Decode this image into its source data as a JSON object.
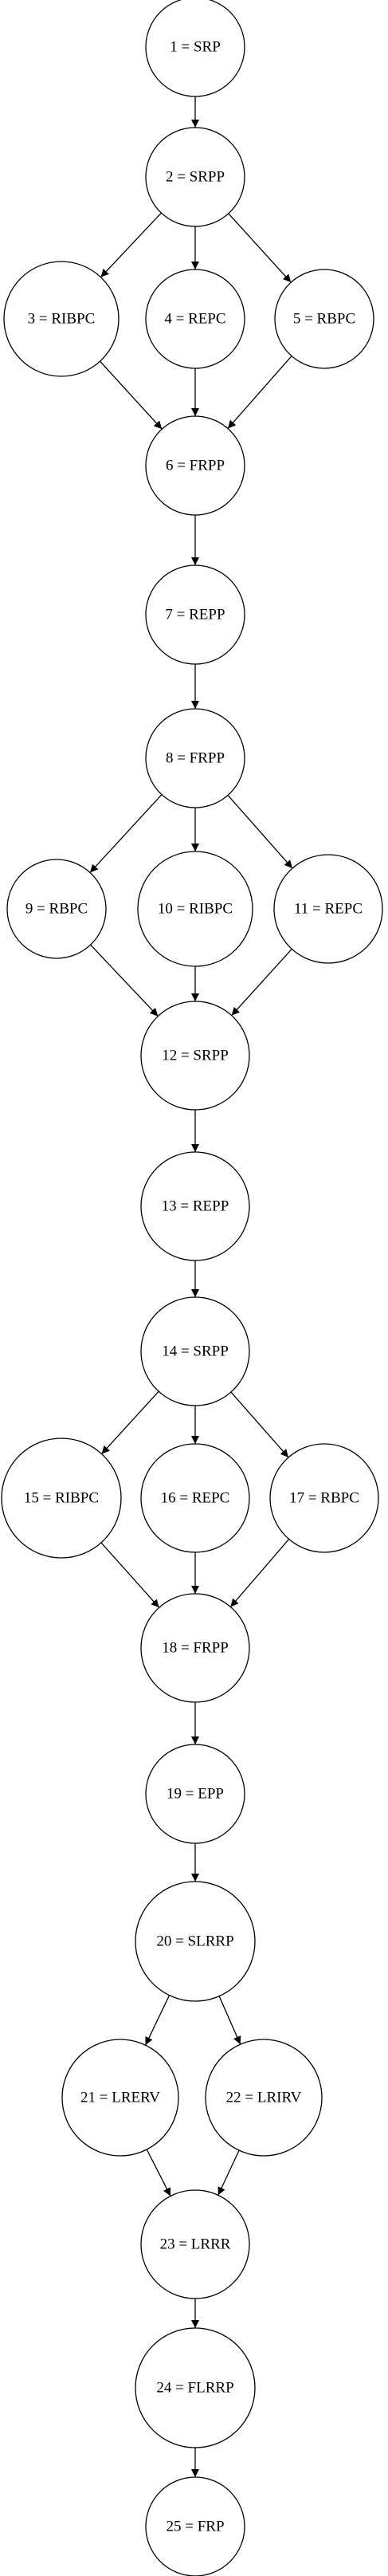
{
  "diagram": {
    "nodes": [
      {
        "id": "n1",
        "label": "1 = SRP"
      },
      {
        "id": "n2",
        "label": "2 = SRPP"
      },
      {
        "id": "n3",
        "label": "3 = RIBPC"
      },
      {
        "id": "n4",
        "label": "4 = REPC"
      },
      {
        "id": "n5",
        "label": "5 = RBPC"
      },
      {
        "id": "n6",
        "label": "6 = FRPP"
      },
      {
        "id": "n7",
        "label": "7 = REPP"
      },
      {
        "id": "n8",
        "label": "8 = FRPP"
      },
      {
        "id": "n9",
        "label": "9 = RBPC"
      },
      {
        "id": "n10",
        "label": "10 = RIBPC"
      },
      {
        "id": "n11",
        "label": "11 = REPC"
      },
      {
        "id": "n12",
        "label": "12 = SRPP"
      },
      {
        "id": "n13",
        "label": "13 = REPP"
      },
      {
        "id": "n14",
        "label": "14 = SRPP"
      },
      {
        "id": "n15",
        "label": "15 = RIBPC"
      },
      {
        "id": "n16",
        "label": "16 = REPC"
      },
      {
        "id": "n17",
        "label": "17 = RBPC"
      },
      {
        "id": "n18",
        "label": "18 = FRPP"
      },
      {
        "id": "n19",
        "label": "19 = EPP"
      },
      {
        "id": "n20",
        "label": "20 = SLRRP"
      },
      {
        "id": "n21",
        "label": "21 = LRERV"
      },
      {
        "id": "n22",
        "label": "22 = LRIRV"
      },
      {
        "id": "n23",
        "label": "23 = LRRR"
      },
      {
        "id": "n24",
        "label": "24 = FLRRP"
      },
      {
        "id": "n25",
        "label": "25 = FRP"
      }
    ],
    "edges": [
      [
        "n1",
        "n2"
      ],
      [
        "n2",
        "n3"
      ],
      [
        "n2",
        "n4"
      ],
      [
        "n2",
        "n5"
      ],
      [
        "n3",
        "n6"
      ],
      [
        "n4",
        "n6"
      ],
      [
        "n5",
        "n6"
      ],
      [
        "n6",
        "n7"
      ],
      [
        "n7",
        "n8"
      ],
      [
        "n8",
        "n9"
      ],
      [
        "n8",
        "n10"
      ],
      [
        "n8",
        "n11"
      ],
      [
        "n9",
        "n12"
      ],
      [
        "n10",
        "n12"
      ],
      [
        "n11",
        "n12"
      ],
      [
        "n12",
        "n13"
      ],
      [
        "n13",
        "n14"
      ],
      [
        "n14",
        "n15"
      ],
      [
        "n14",
        "n16"
      ],
      [
        "n14",
        "n17"
      ],
      [
        "n15",
        "n18"
      ],
      [
        "n16",
        "n18"
      ],
      [
        "n17",
        "n18"
      ],
      [
        "n18",
        "n19"
      ],
      [
        "n19",
        "n20"
      ],
      [
        "n20",
        "n21"
      ],
      [
        "n20",
        "n22"
      ],
      [
        "n21",
        "n23"
      ],
      [
        "n22",
        "n23"
      ],
      [
        "n23",
        "n24"
      ],
      [
        "n24",
        "n25"
      ]
    ]
  }
}
